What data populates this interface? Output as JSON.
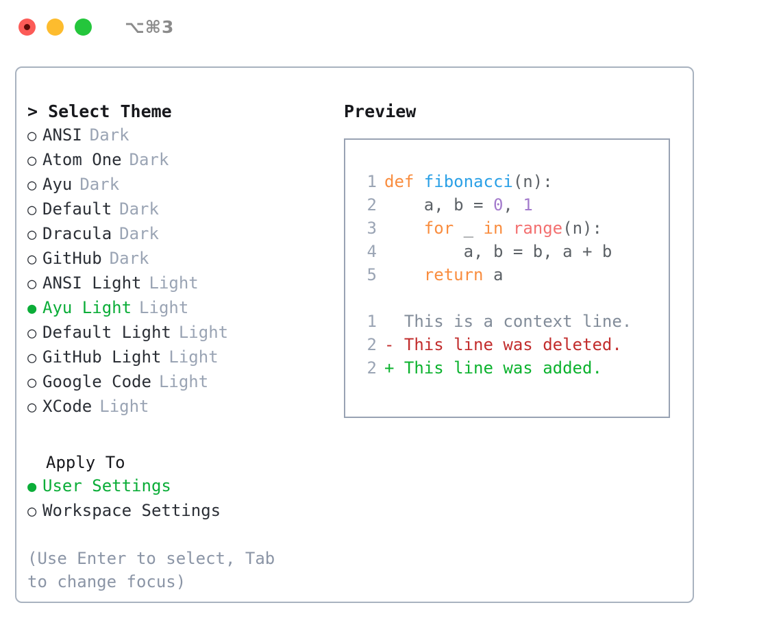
{
  "titlebar": {
    "shortcut": "⌥⌘3",
    "buttons": [
      {
        "name": "close",
        "color": "#fc5b57"
      },
      {
        "name": "minimize",
        "color": "#fdbc2e"
      },
      {
        "name": "maximize",
        "color": "#24c63c"
      }
    ]
  },
  "theme_picker": {
    "heading": "> Select Theme",
    "marker_unselected": "○",
    "marker_selected": "●",
    "items": [
      {
        "marker": "○",
        "name": "ANSI",
        "tag": "Dark",
        "selected": false
      },
      {
        "marker": "○",
        "name": "Atom One",
        "tag": "Dark",
        "selected": false
      },
      {
        "marker": "○",
        "name": "Ayu",
        "tag": "Dark",
        "selected": false
      },
      {
        "marker": "○",
        "name": "Default",
        "tag": "Dark",
        "selected": false
      },
      {
        "marker": "○",
        "name": "Dracula",
        "tag": "Dark",
        "selected": false
      },
      {
        "marker": "○",
        "name": "GitHub",
        "tag": "Dark",
        "selected": false
      },
      {
        "marker": "○",
        "name": "ANSI Light",
        "tag": "Light",
        "selected": false
      },
      {
        "marker": "●",
        "name": "Ayu Light",
        "tag": "Light",
        "selected": true
      },
      {
        "marker": "○",
        "name": "Default Light",
        "tag": "Light",
        "selected": false
      },
      {
        "marker": "○",
        "name": "GitHub Light",
        "tag": "Light",
        "selected": false
      },
      {
        "marker": "○",
        "name": "Google Code",
        "tag": "Light",
        "selected": false
      },
      {
        "marker": "○",
        "name": "XCode",
        "tag": "Light",
        "selected": false
      }
    ]
  },
  "apply_to": {
    "heading": "Apply To",
    "items": [
      {
        "marker": "●",
        "name": "User Settings",
        "selected": true
      },
      {
        "marker": "○",
        "name": "Workspace Settings",
        "selected": false
      }
    ]
  },
  "hint": "(Use Enter to select, Tab to change focus)",
  "preview": {
    "title": "Preview",
    "code_lines": [
      {
        "num": "1",
        "tokens": [
          {
            "text": "def ",
            "type": "kw"
          },
          {
            "text": "fibonacci",
            "type": "fn"
          },
          {
            "text": "(n):",
            "type": "plain"
          }
        ]
      },
      {
        "num": "2",
        "tokens": [
          {
            "text": "    a, b = ",
            "type": "plain"
          },
          {
            "text": "0",
            "type": "num"
          },
          {
            "text": ", ",
            "type": "plain"
          },
          {
            "text": "1",
            "type": "num"
          }
        ]
      },
      {
        "num": "3",
        "tokens": [
          {
            "text": "    ",
            "type": "plain"
          },
          {
            "text": "for",
            "type": "kw"
          },
          {
            "text": " _ ",
            "type": "plain"
          },
          {
            "text": "in",
            "type": "kw"
          },
          {
            "text": " ",
            "type": "plain"
          },
          {
            "text": "range",
            "type": "bi"
          },
          {
            "text": "(n):",
            "type": "plain"
          }
        ]
      },
      {
        "num": "4",
        "tokens": [
          {
            "text": "        a, b = b, a + b",
            "type": "plain"
          }
        ]
      },
      {
        "num": "5",
        "tokens": [
          {
            "text": "    ",
            "type": "plain"
          },
          {
            "text": "return",
            "type": "kw"
          },
          {
            "text": " a",
            "type": "plain"
          }
        ]
      }
    ],
    "diff_lines": [
      {
        "num": "1",
        "prefix": "  ",
        "text": "This is a context line.",
        "kind": "ctx"
      },
      {
        "num": "2",
        "prefix": "- ",
        "text": "This line was deleted.",
        "kind": "del"
      },
      {
        "num": "2",
        "prefix": "+ ",
        "text": "This line was added.",
        "kind": "add"
      }
    ]
  },
  "colors": {
    "accent_green": "#0bad38",
    "muted": "#9aa4b4",
    "keyword": "#f98d3f",
    "function": "#2aa0e6",
    "number": "#a37acc",
    "builtin": "#f37070",
    "diff_delete": "#c22d2d",
    "diff_add": "#0cb22e",
    "border": "#a8b2bf"
  }
}
